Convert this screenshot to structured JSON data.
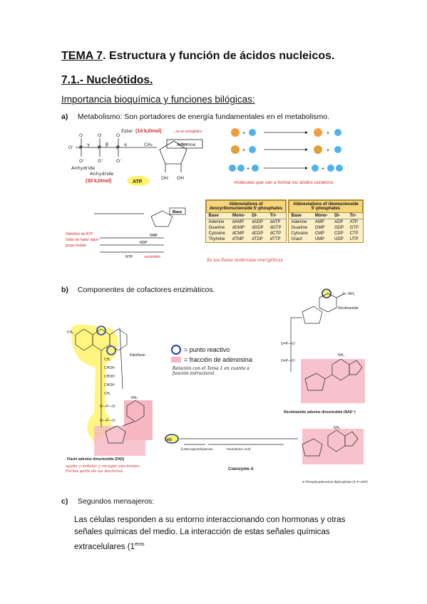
{
  "heading": {
    "tema": "TEMA 7",
    "rest": ". Estructura y función de ácidos nucleicos."
  },
  "section": "7.1.- Nucleótidos.",
  "subsection": "Importancia bioquímica y funciones bilógicas:",
  "items": {
    "a": {
      "label": "a)",
      "text": "Metabolismo: Son portadores de energía fundamentales en el metabolismo."
    },
    "b": {
      "label": "b)",
      "text": "Componentes de cofactores enzimáticos."
    },
    "c": {
      "label": "c)",
      "text": "Segundos mensajeros:"
    }
  },
  "paragraph": "Las células responden a su entorno interaccionando con hormonas y otras señales químicas del medio. La interacción de estas señales químicas extracelulares (1",
  "paragraph_sup": "eros",
  "atp_figure": {
    "ester": "Ester",
    "ester_energy": "(14 kJ/mol)",
    "ester_note": "→ no es energético",
    "anhydride1": "Anhydride",
    "anhydride2": "Anhydride",
    "anhydride_energy": "(30 kJ/mol)",
    "atp": "ATP",
    "adenine": "Adenine",
    "gamma": "γ",
    "beta": "β",
    "alpha": "α",
    "oh1": "OH",
    "oh2": "OH",
    "h": "H"
  },
  "energy_figure": {
    "note": "moléculas que van a formar los ácidos nucleicos"
  },
  "nmp_figure": {
    "base": "Base",
    "nmp": "NMP",
    "ndp": "NDP",
    "ntp": "NTP",
    "note1": "Hidrólisis de ATP:",
    "note2": "Debe de haber algún",
    "note3": "grupo fosfato",
    "note_ntp": "nucleótido"
  },
  "table_deoxy": {
    "title": "Abbreviations of deoxyribonucleoside 5'-phosphates",
    "columns": [
      "Base",
      "Mono-",
      "Di-",
      "Tri-"
    ],
    "rows": [
      [
        "Adenine",
        "dAMP",
        "dADP",
        "dATP"
      ],
      [
        "Guanine",
        "dGMP",
        "dGDP",
        "dGTP"
      ],
      [
        "Cytosine",
        "dCMP",
        "dCDP",
        "dCTP"
      ],
      [
        "Thymine",
        "dTMP",
        "dTDP",
        "dTTP"
      ]
    ]
  },
  "table_ribo": {
    "title": "Abbreviations of ribonucleoside 5'-phosphates",
    "columns": [
      "Base",
      "Mono-",
      "Di-",
      "Tri-"
    ],
    "rows": [
      [
        "Adenine",
        "AMP",
        "ADP",
        "ATP"
      ],
      [
        "Guanine",
        "GMP",
        "GDP",
        "GTP"
      ],
      [
        "Cytosine",
        "CMP",
        "CDP",
        "CTP"
      ],
      [
        "Uracil",
        "UMP",
        "UDP",
        "UTP"
      ]
    ]
  },
  "table_note": "Se las llama moléculas energéticas",
  "cofactor_figure": {
    "legend_reactive": "= punto reactivo",
    "legend_adenosine": "= fracción de adenosina",
    "relation_note": "Relación con el Tema 1 en cuanto a función estructural",
    "riboflavin": "Riboflavin",
    "fad": "Flavin adenine dinucleotide (FAD)",
    "fad_note": "ayuda a señalar y recoger electrones. Forma parte de las bacterias",
    "nicotinamide": "Nicotinamide",
    "nad": "Nicotinamide adenine dinucleotide (NAD⁺)",
    "coa": "Coenzyme A",
    "mercapto": "β-Mercaptoethylamine",
    "pantothenic": "Pantothenic acid",
    "phospho": "3'-Phosphoadenosine diphosphate (3'-P-ADP)",
    "nh2": "NH₂",
    "ch3": "CH₃",
    "sh": "HS"
  },
  "colors": {
    "reactive_circle": "#1f3fbf",
    "adenosine_fill": "#f6b7c3",
    "highlight_yellow": "#fff36a",
    "annotation_red": "#d12b2b"
  }
}
